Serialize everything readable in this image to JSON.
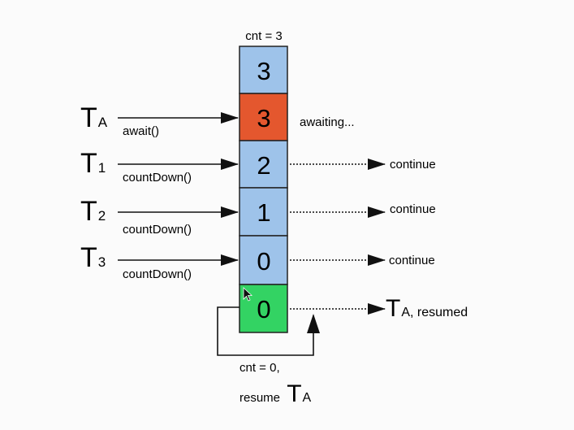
{
  "counter_label": "cnt = 3",
  "cells": [
    {
      "value": "3",
      "color": "#9ec3ea"
    },
    {
      "value": "3",
      "color": "#e4572e"
    },
    {
      "value": "2",
      "color": "#9ec3ea"
    },
    {
      "value": "1",
      "color": "#9ec3ea"
    },
    {
      "value": "0",
      "color": "#9ec3ea"
    },
    {
      "value": "0",
      "color": "#33d363"
    }
  ],
  "threads": [
    {
      "name": "T",
      "sub": "A",
      "call": "await()"
    },
    {
      "name": "T",
      "sub": "1",
      "call": "countDown()"
    },
    {
      "name": "T",
      "sub": "2",
      "call": "countDown()"
    },
    {
      "name": "T",
      "sub": "3",
      "call": "countDown()"
    }
  ],
  "status_awaiting": "awaiting...",
  "continue_label": "continue",
  "resumed": {
    "name": "T",
    "sub": "A, resumed"
  },
  "final_note": {
    "line1": "cnt = 0,",
    "line2": "resume",
    "thread_name": "T",
    "thread_sub": "A"
  },
  "colors": {
    "blue_cell": "#9ec3ea",
    "orange_cell": "#e4572e",
    "green_cell": "#33d363",
    "line": "#222222"
  }
}
